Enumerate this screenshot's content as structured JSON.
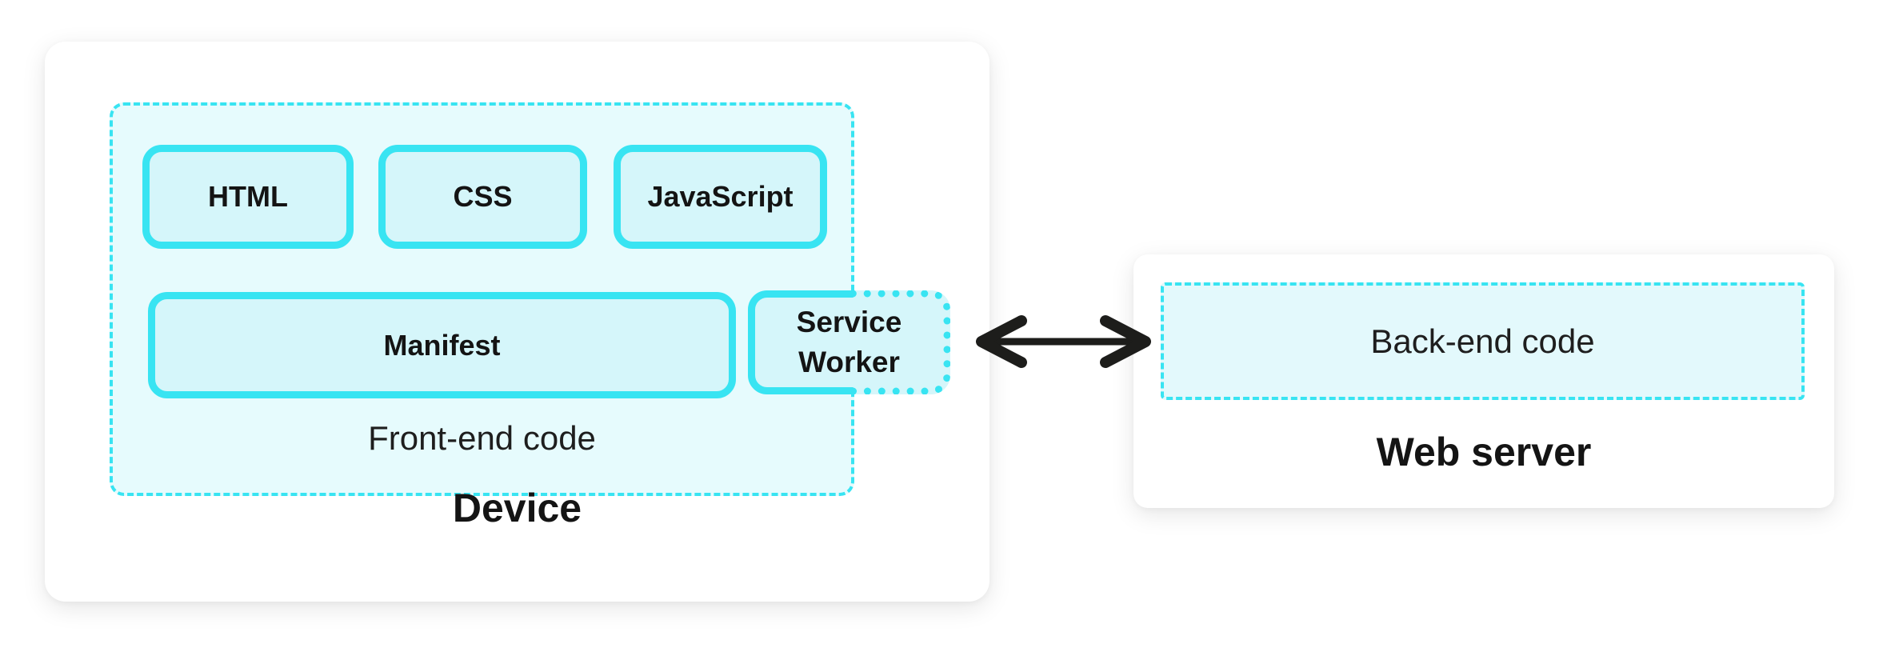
{
  "colors": {
    "accent": "#38e4f2",
    "region-fill": "#e6fbfd",
    "box-fill": "#d5f6fa",
    "backend-fill": "#e3f9fc",
    "arrow": "#1d1d1b",
    "text": "#141414",
    "muted-text": "#1e1e1e",
    "card-bg": "#ffffff",
    "page-bg": "#ffffff"
  },
  "device": {
    "label": "Device",
    "frontend": {
      "label": "Front-end code",
      "boxes": [
        "HTML",
        "CSS",
        "JavaScript"
      ],
      "manifest": "Manifest",
      "service_worker": "Service Worker"
    }
  },
  "server": {
    "label": "Web server",
    "backend": "Back-end code"
  },
  "arrow": {
    "icon": "double-headed-arrow"
  }
}
